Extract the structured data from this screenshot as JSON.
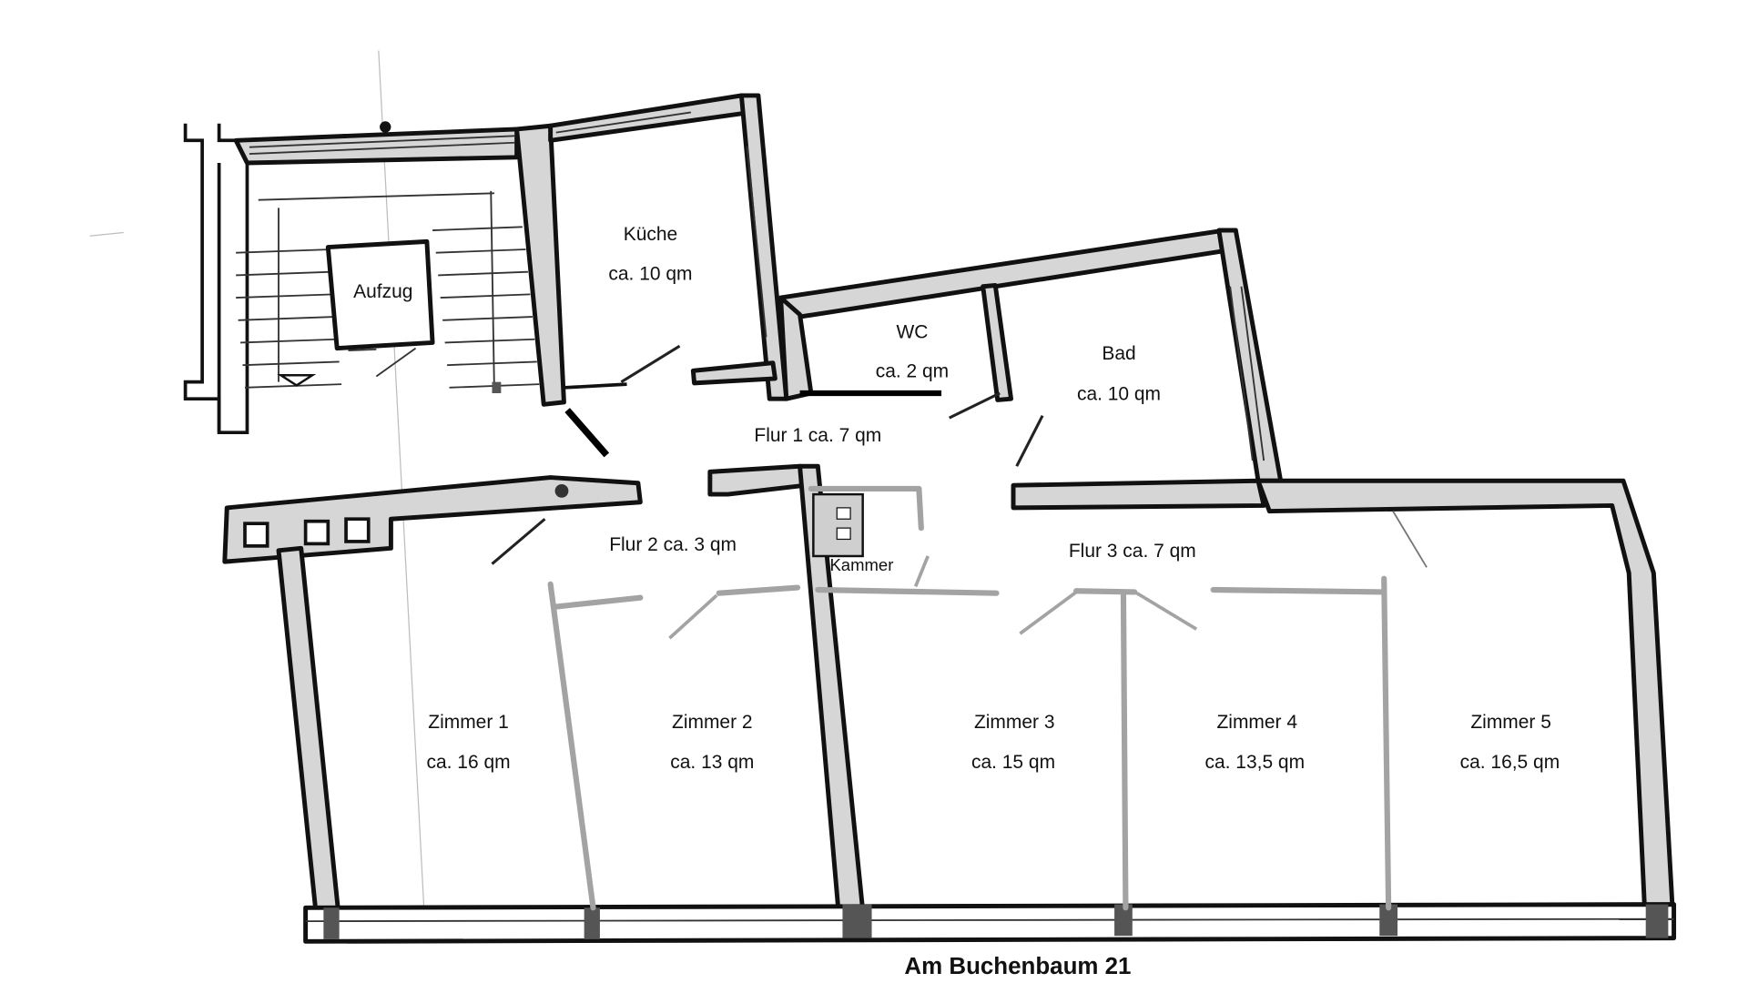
{
  "title": "Am Buchenbaum 21",
  "rooms": {
    "aufzug": {
      "name": "Aufzug"
    },
    "kueche": {
      "name": "Küche",
      "area": "ca. 10 qm"
    },
    "wc": {
      "name": "WC",
      "area": "ca. 2 qm"
    },
    "bad": {
      "name": "Bad",
      "area": "ca. 10 qm"
    },
    "flur1": {
      "name": "Flur 1 ca. 7 qm"
    },
    "flur2": {
      "name": "Flur 2 ca. 3 qm"
    },
    "flur3": {
      "name": "Flur 3 ca. 7 qm"
    },
    "kammer": {
      "name": "Kammer"
    },
    "zimmer1": {
      "name": "Zimmer 1",
      "area": "ca. 16 qm"
    },
    "zimmer2": {
      "name": "Zimmer 2",
      "area": "ca. 13 qm"
    },
    "zimmer3": {
      "name": "Zimmer 3",
      "area": "ca. 15 qm"
    },
    "zimmer4": {
      "name": "Zimmer 4",
      "area": "ca. 13,5 qm"
    },
    "zimmer5": {
      "name": "Zimmer 5",
      "area": "ca. 16,5 qm"
    }
  },
  "colors": {
    "wall_outline": "#111111",
    "wall_fill": "#d6d6d6",
    "new_partition": "#a3a3a3",
    "background": "#ffffff"
  }
}
